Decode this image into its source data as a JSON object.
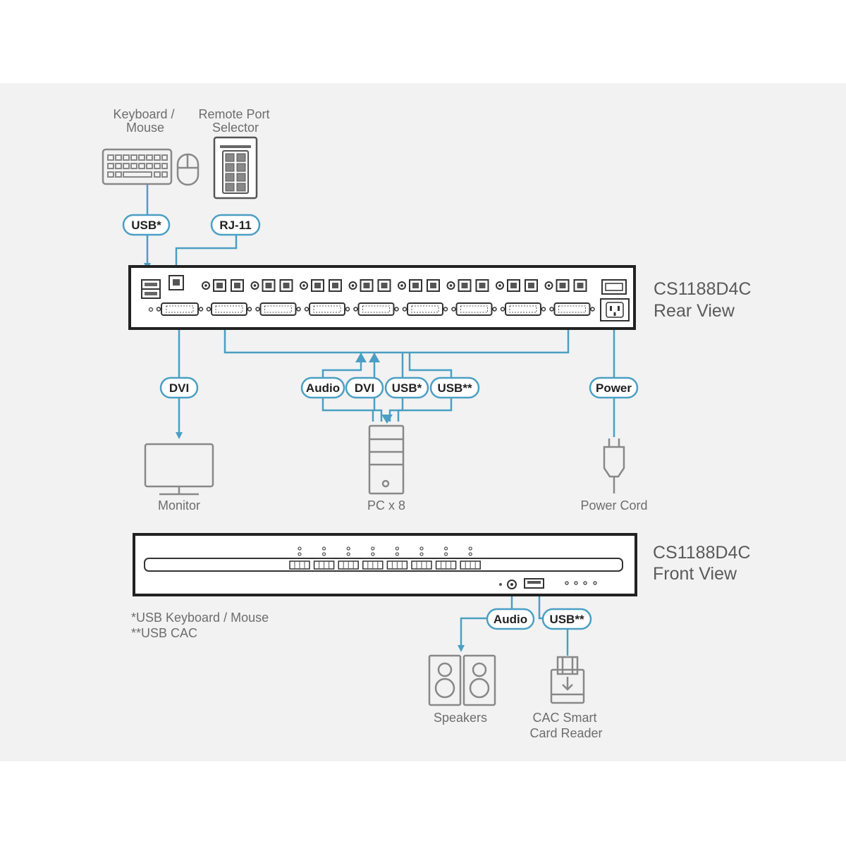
{
  "devices": {
    "keyboard_mouse": [
      "Keyboard /",
      "Mouse"
    ],
    "remote_port_selector": [
      "Remote Port",
      "Selector"
    ],
    "monitor": "Monitor",
    "pc": "PC x 8",
    "power_cord": "Power Cord",
    "speakers": "Speakers",
    "cac_reader": [
      "CAC Smart",
      "Card Reader"
    ]
  },
  "titles": {
    "rear": [
      "CS1188D4C",
      "Rear View"
    ],
    "front": [
      "CS1188D4C",
      "Front View"
    ]
  },
  "connections": {
    "usb_star": "USB*",
    "rj11": "RJ-11",
    "dvi_monitor": "DVI",
    "audio": "Audio",
    "dvi_pc": "DVI",
    "usb_pc": "USB*",
    "usb_cac_pc": "USB**",
    "power": "Power",
    "audio_front": "Audio",
    "usb_cac_front": "USB**"
  },
  "notes": [
    "*USB Keyboard / Mouse",
    "**USB CAC"
  ],
  "colors": {
    "cable": "#4a9fc3",
    "device": "#888888",
    "chassis": "#222222",
    "background": "#f2f2f2"
  }
}
